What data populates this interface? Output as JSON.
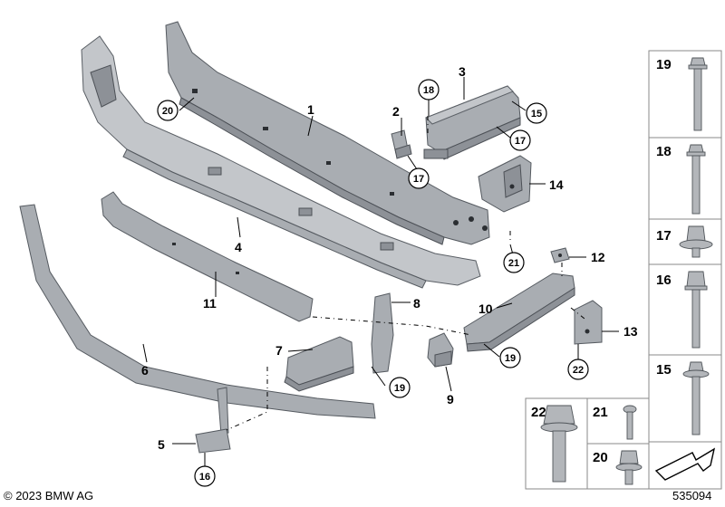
{
  "diagram": {
    "labels": {
      "l1": "1",
      "l2": "2",
      "l3": "3",
      "l4": "4",
      "l5": "5",
      "l6": "6",
      "l7": "7",
      "l8": "8",
      "l9": "9",
      "l10": "10",
      "l11": "11",
      "l12": "12",
      "l13": "13",
      "l14": "14"
    },
    "callouts": {
      "c20": "20",
      "c18": "18",
      "c15": "15",
      "c17a": "17",
      "c17b": "17",
      "c21": "21",
      "c19a": "19",
      "c19b": "19",
      "c22": "22",
      "c16": "16"
    },
    "parts_panel": {
      "p19": "19",
      "p18": "18",
      "p17": "17",
      "p16": "16",
      "p15": "15",
      "p22": "22",
      "p21": "21",
      "p20": "20"
    },
    "footer": {
      "copyright": "© 2023 BMW AG",
      "id": "535094"
    }
  }
}
